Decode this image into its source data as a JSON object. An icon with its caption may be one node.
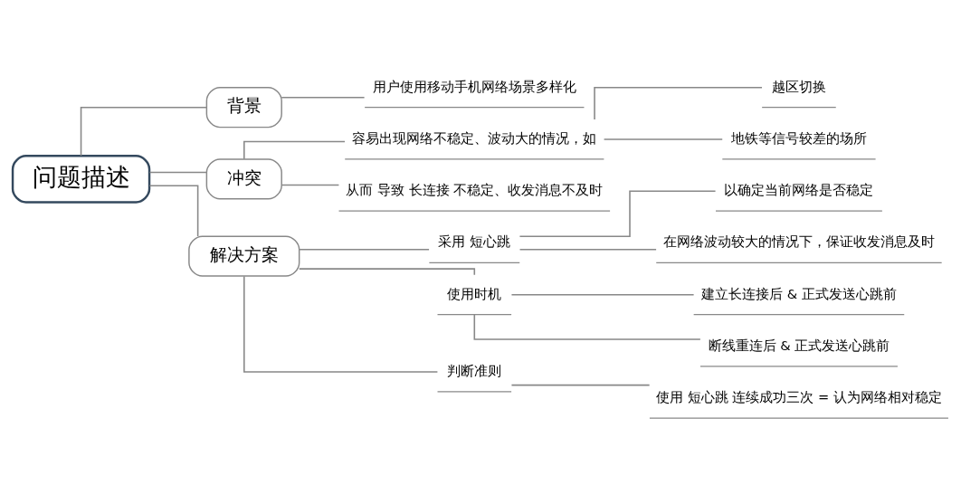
{
  "diagram": {
    "nodes": [
      {
        "text": [
          "问题描述"
        ]
      },
      {
        "text": [
          "背景"
        ]
      },
      {
        "text": [
          "用户使用移动手机网络场景多样化"
        ]
      },
      {
        "text": [
          "冲突"
        ]
      },
      {
        "text": [
          "容易出现网络不稳定、波动大的情况，如"
        ]
      },
      {
        "text": [
          "越区切换"
        ]
      },
      {
        "text": [
          "地铁等信号较差的场所"
        ]
      },
      {
        "text": [
          "从而 导致 长连接 不稳定、收发消息不及时"
        ]
      },
      {
        "text": [
          "解决方案"
        ]
      },
      {
        "text": [
          "采用 短心跳"
        ]
      },
      {
        "text": [
          "以确定当前网络是否稳定"
        ]
      },
      {
        "text": [
          "在网络波动较大的情况下，保证收发消息及时"
        ]
      },
      {
        "text": [
          "使用时机"
        ]
      },
      {
        "text": [
          "建立长连接后 & 正式发送心跳前"
        ]
      },
      {
        "text": [
          "断线重连后 & 正式发送心跳前"
        ]
      },
      {
        "text": [
          "判断准则"
        ]
      },
      {
        "text": [
          "使用 短心跳 连续成功三次 = 认为网络相对稳定"
        ]
      }
    ],
    "edges": [
      {
        "from": 0,
        "to": 1,
        "arrow": "none"
      },
      {
        "from": 1,
        "to": 2,
        "arrow": "none"
      },
      {
        "from": 0,
        "to": 3,
        "arrow": "none"
      },
      {
        "from": 3,
        "to": 4,
        "arrow": "none"
      },
      {
        "from": 4,
        "to": 5,
        "arrow": "none"
      },
      {
        "from": 4,
        "to": 6,
        "arrow": "none"
      },
      {
        "from": 3,
        "to": 7,
        "arrow": "none"
      },
      {
        "from": 0,
        "to": 8,
        "arrow": "none"
      },
      {
        "from": 8,
        "to": 9,
        "arrow": "none"
      },
      {
        "from": 9,
        "to": 10,
        "arrow": "none"
      },
      {
        "from": 9,
        "to": 11,
        "arrow": "none"
      },
      {
        "from": 8,
        "to": 12,
        "arrow": "none"
      },
      {
        "from": 12,
        "to": 13,
        "arrow": "none"
      },
      {
        "from": 12,
        "to": 14,
        "arrow": "none"
      },
      {
        "from": 8,
        "to": 15,
        "arrow": "none"
      },
      {
        "from": 15,
        "to": 16,
        "arrow": "none"
      }
    ]
  }
}
